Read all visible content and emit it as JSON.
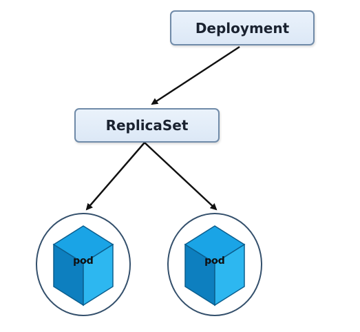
{
  "diagram": {
    "deployment_label": "Deployment",
    "replicaset_label": "ReplicaSet",
    "pods": [
      {
        "label": "pod"
      },
      {
        "label": "pod"
      }
    ]
  },
  "colors": {
    "box_fill": "#dce8f6",
    "box_border": "#6f8aa8",
    "arrow": "#111111",
    "pod_circle_border": "#34506c",
    "cube_top": "#1aa4e6",
    "cube_left": "#0d7fbf",
    "cube_right": "#2db7f0"
  }
}
